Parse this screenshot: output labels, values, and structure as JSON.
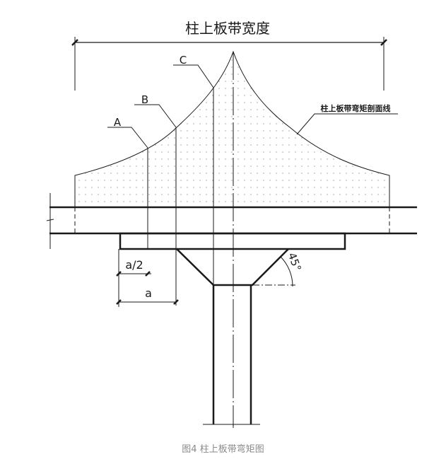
{
  "diagram": {
    "title": "柱上板带宽度",
    "curve_label": "柱上板带弯矩剖面线",
    "section_labels": [
      "A",
      "B",
      "C"
    ],
    "dim_half": "a/2",
    "dim_full": "a",
    "angle": "45°",
    "caption": "图4 柱上板带弯矩图",
    "colors": {
      "line": "#1a1a1a",
      "caption": "#8a8a8a",
      "dots": "#9a9a9a"
    }
  }
}
